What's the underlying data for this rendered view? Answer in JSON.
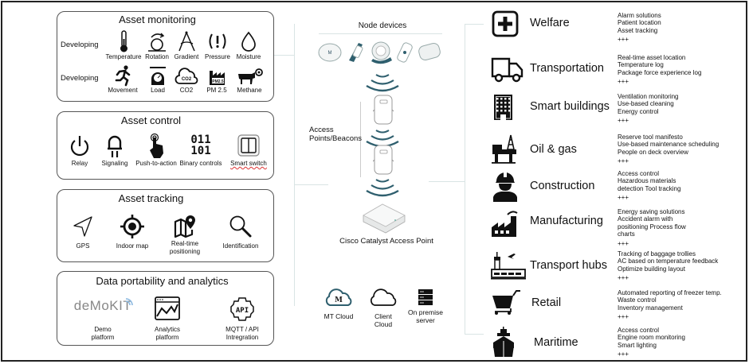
{
  "left_panels": {
    "monitoring": {
      "title": "Asset monitoring",
      "row_labels": [
        "Developing",
        "Developing"
      ],
      "row1": [
        {
          "label": "Temperature",
          "icon": "thermometer-icon"
        },
        {
          "label": "Rotation",
          "icon": "rotation-icon"
        },
        {
          "label": "Gradient",
          "icon": "compass-gradient-icon"
        },
        {
          "label": "Pressure",
          "icon": "tire-pressure-icon"
        },
        {
          "label": "Moisture",
          "icon": "water-drop-icon"
        }
      ],
      "row2": [
        {
          "label": "Movement",
          "icon": "running-person-icon"
        },
        {
          "label": "Load",
          "icon": "scale-icon"
        },
        {
          "label": "CO2",
          "icon": "co2-cloud-icon",
          "glyph": "CO2"
        },
        {
          "label": "PM 2.5",
          "icon": "pm25-factory-icon",
          "glyph": "PM2.5"
        },
        {
          "label": "Methane",
          "icon": "cow-methane-icon"
        }
      ]
    },
    "control": {
      "title": "Asset control",
      "items": [
        {
          "label": "Relay",
          "icon": "power-icon"
        },
        {
          "label": "Signaling",
          "icon": "led-signal-icon"
        },
        {
          "label": "Push-to-action",
          "icon": "tap-finger-icon"
        },
        {
          "label": "Binary controls",
          "icon": "binary-icon",
          "glyph_top": "011",
          "glyph_bottom": "101"
        },
        {
          "label": "Smart switch",
          "icon": "wall-switch-icon"
        }
      ]
    },
    "tracking": {
      "title": "Asset tracking",
      "items": [
        {
          "label": "GPS",
          "icon": "navigation-arrow-icon"
        },
        {
          "label": "Indoor map",
          "icon": "target-locate-icon"
        },
        {
          "label": "Real-time\npositioning",
          "line1": "Real-time",
          "line2": "positioning",
          "icon": "map-pin-icon"
        },
        {
          "label": "Identification",
          "icon": "magnifier-icon"
        }
      ]
    },
    "analytics": {
      "title": "Data portability and analytics",
      "items": [
        {
          "line1": "Demo",
          "line2": "platform",
          "icon": "demokit-logo",
          "logo_text": "deMoKIT"
        },
        {
          "line1": "Analytics",
          "line2": "platform",
          "icon": "analytics-chart-icon"
        },
        {
          "line1": "MQTT / API",
          "line2": "Intregration",
          "icon": "api-gear-icon",
          "glyph": "API"
        }
      ]
    }
  },
  "center": {
    "node_devices_label": "Node devices",
    "access_points_label_1": "Access",
    "access_points_label_2": "Points/Beacons",
    "cisco_label": "Cisco Catalyst Access Point",
    "clouds": [
      {
        "label": "MT Cloud",
        "icon": "mt-cloud-icon",
        "logo": "M"
      },
      {
        "label": "Client Cloud",
        "icon": "cloud-icon"
      },
      {
        "line1": "On premise",
        "line2": "server",
        "icon": "server-icon"
      }
    ],
    "accent_color": "#2f5f6e"
  },
  "domains": [
    {
      "name": "Welfare",
      "icon": "medical-cross-icon",
      "items": [
        "Alarm solutions",
        "Patient location",
        "Asset tracking"
      ],
      "more": "+++"
    },
    {
      "name": "Transportation",
      "icon": "truck-icon",
      "items": [
        "Real-time asset location",
        "Temperature log",
        "Package force experience log"
      ],
      "more": "+++"
    },
    {
      "name": "Smart buildings",
      "icon": "building-icon",
      "items": [
        "Ventilation monitoring",
        "Use-based cleaning",
        "Energy control"
      ],
      "more": "+++"
    },
    {
      "name": "Oil & gas",
      "icon": "oil-rig-icon",
      "items": [
        "Reserve tool manifesto",
        "Use-based maintenance scheduling",
        "People on deck overview"
      ],
      "more": "+++"
    },
    {
      "name": "Construction",
      "icon": "construction-worker-icon",
      "items": [
        "Access control",
        "Hazardous materials",
        "detection  Tool tracking"
      ],
      "more": "+++"
    },
    {
      "name": "Manufacturing",
      "icon": "factory-icon",
      "items": [
        "Energy saving solutions",
        "Accident alarm with",
        "positioning  Process flow",
        "charts"
      ],
      "more": "+++"
    },
    {
      "name": "Transport  hubs",
      "icon": "airport-icon",
      "items": [
        "Tracking of baggage trollies",
        "AC based on temperature feedback",
        "Optimize building layout"
      ],
      "more": "+++"
    },
    {
      "name": "Retail",
      "icon": "shopping-cart-icon",
      "items": [
        "Automated reporting of freezer temp.",
        "Waste control",
        "Inventory management"
      ],
      "more": "+++"
    },
    {
      "name": "Maritime",
      "icon": "ship-icon",
      "items": [
        "Access control",
        "Engine room monitoring",
        "Smart lighting"
      ],
      "more": "+++"
    }
  ]
}
